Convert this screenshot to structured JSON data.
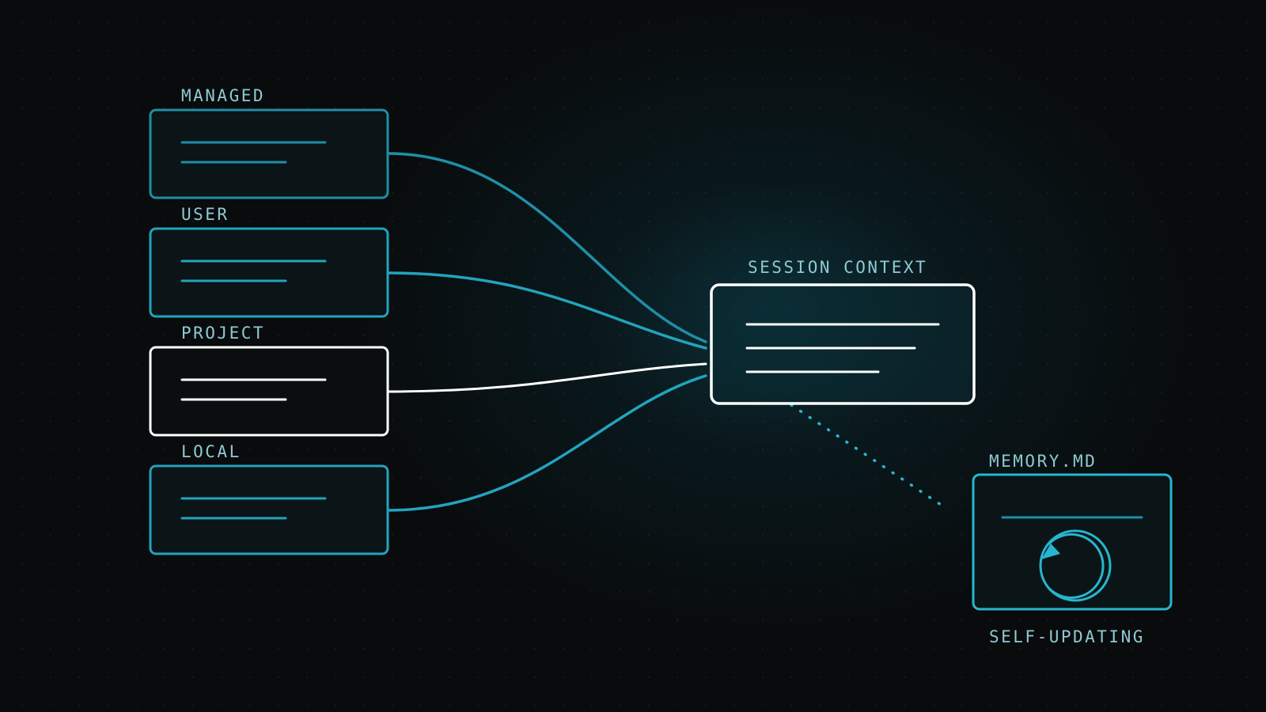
{
  "sources": [
    {
      "id": "managed",
      "label": "MANAGED",
      "style": "teal"
    },
    {
      "id": "user",
      "label": "USER",
      "style": "teal"
    },
    {
      "id": "project",
      "label": "PROJECT",
      "style": "white"
    },
    {
      "id": "local",
      "label": "LOCAL",
      "style": "teal"
    }
  ],
  "session": {
    "label": "SESSION CONTEXT"
  },
  "memory": {
    "label": "MEMORY.MD",
    "caption": "SELF-UPDATING"
  },
  "colors": {
    "background": "#090b0c",
    "glow": "#0c4e5c",
    "teal_border": "#1f8ea6",
    "cyan_bright": "#27b6d0",
    "white": "#ffffff",
    "label": "#8fc9d3"
  }
}
